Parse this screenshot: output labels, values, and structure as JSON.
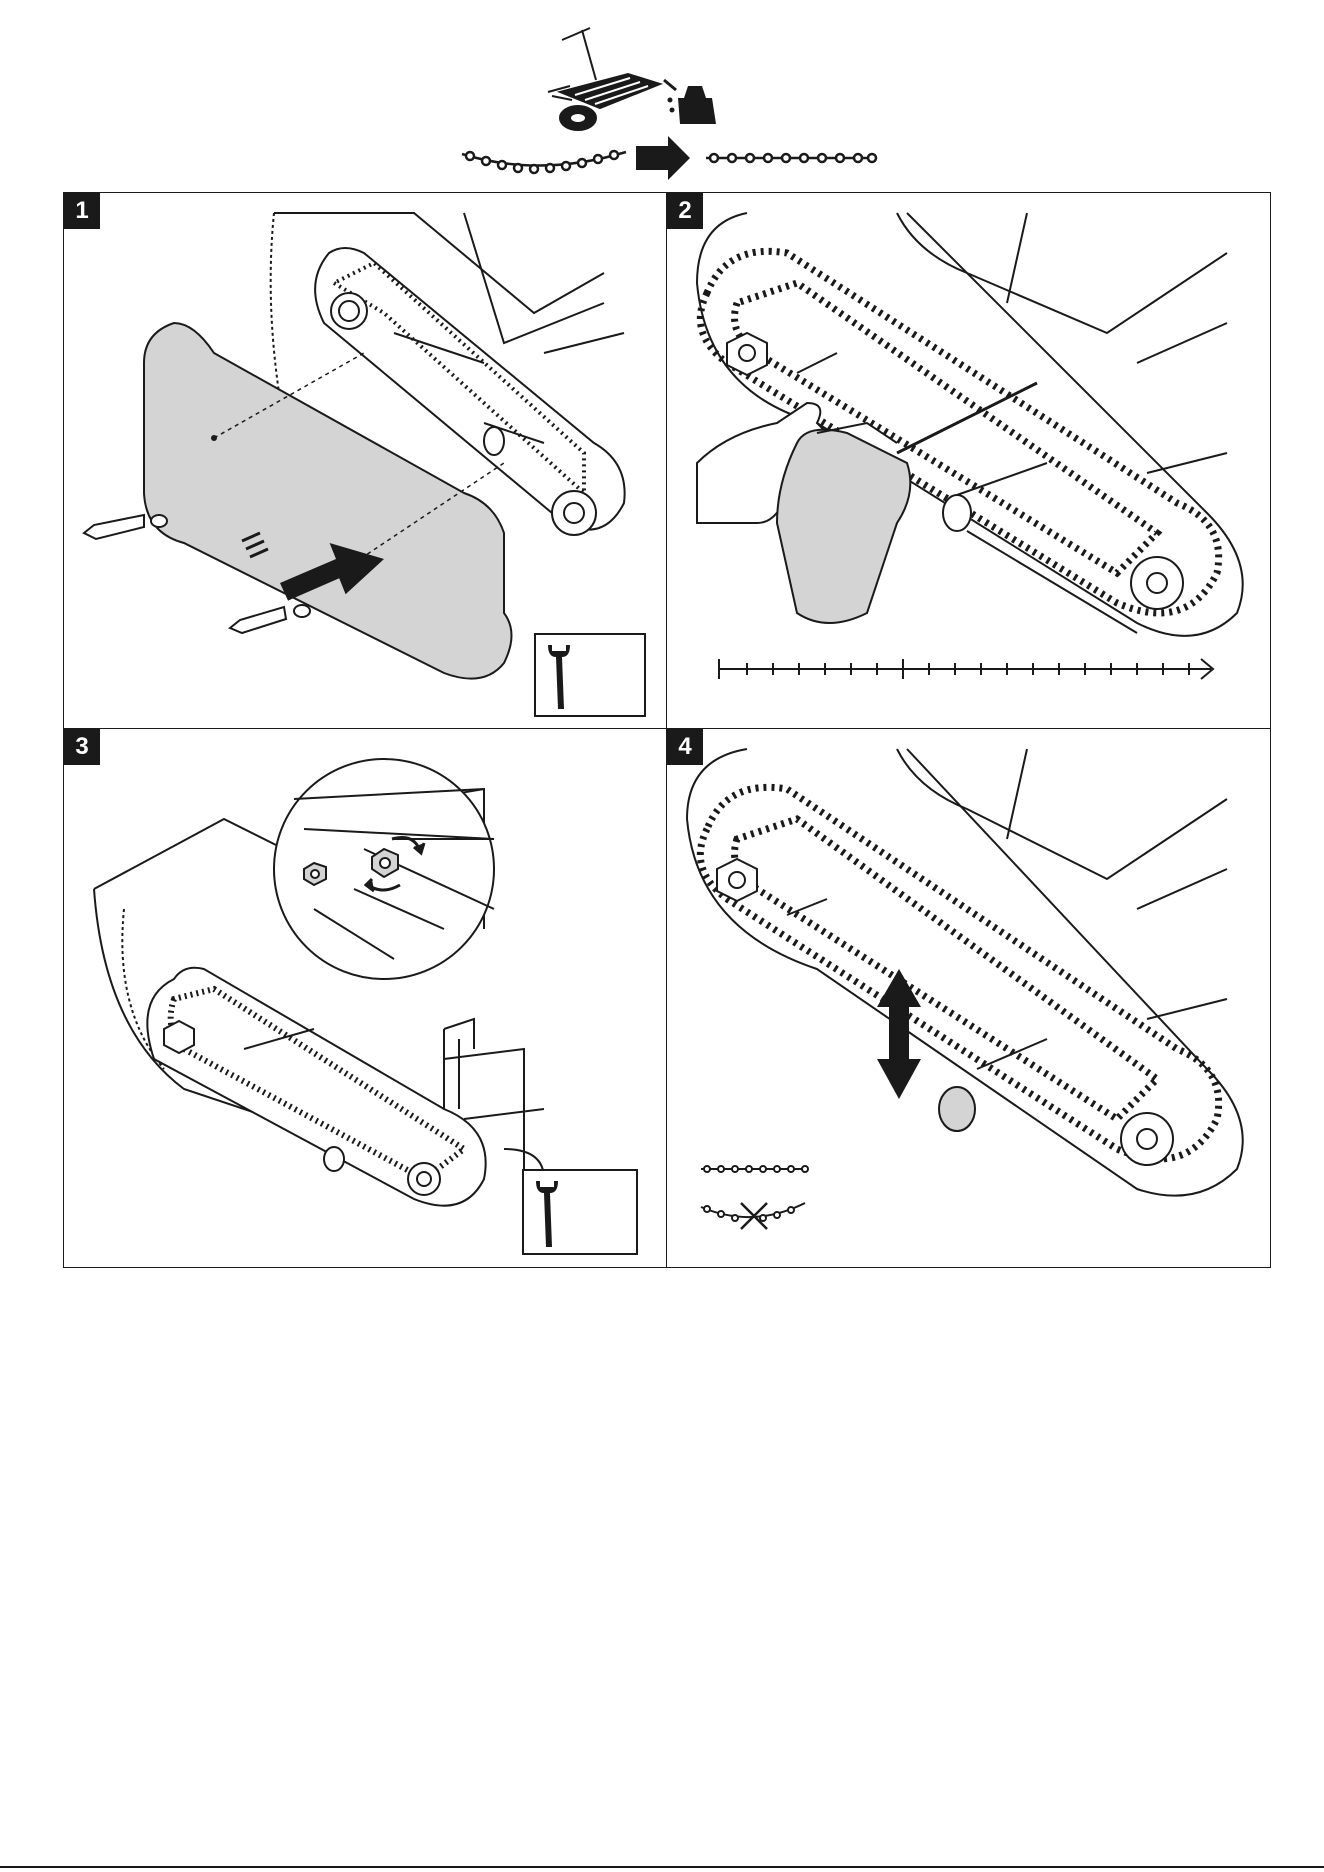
{
  "header": {
    "icons": [
      "bucket-icon",
      "oil-can-icon",
      "slack-chain-icon",
      "arrow-right-icon",
      "taut-chain-icon"
    ]
  },
  "panels": [
    {
      "number": "1",
      "icon": "wrench-icon",
      "illustration": "remove-chain-cover"
    },
    {
      "number": "2",
      "icon": "oil-can-icon",
      "illustration": "oil-chain"
    },
    {
      "number": "3",
      "icon": "wrench-icon",
      "illustration": "loosen-tension-nuts"
    },
    {
      "number": "4",
      "icon": "up-down-arrow-icon",
      "illustration": "check-chain-tension"
    }
  ],
  "legend": {
    "ok_chain_icon": "taut-chain-icon",
    "bad_chain_icon": "slack-chain-crossed-icon"
  },
  "colors": {
    "ink": "#1a1a1a",
    "fill_grey": "#d4d4d4",
    "paper": "#ffffff"
  }
}
